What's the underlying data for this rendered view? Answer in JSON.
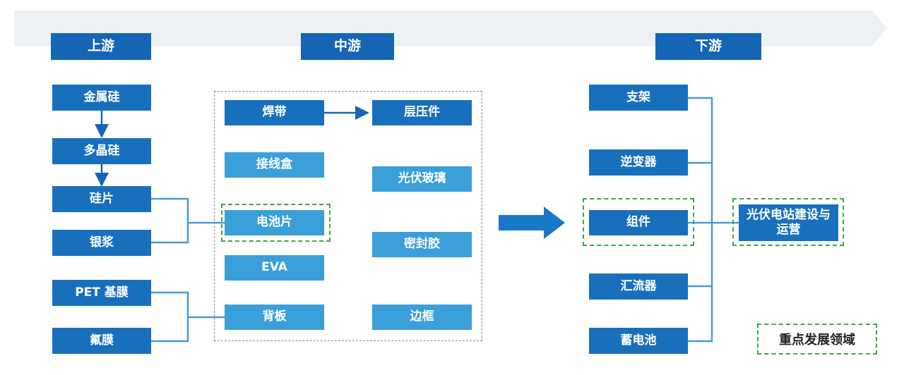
{
  "stages": {
    "upstream": "上游",
    "midstream": "中游",
    "downstream": "下游"
  },
  "upstream": {
    "metal_silicon": "金属硅",
    "polysilicon": "多晶硅",
    "silicon_wafer": "硅片",
    "silver_paste": "银浆",
    "pet_film": "PET 基膜",
    "fluorine_film": "氟膜"
  },
  "midstream": {
    "ribbon": "焊带",
    "laminate": "层压件",
    "junction_box": "接线盒",
    "pv_glass": "光伏玻璃",
    "cell": "电池片",
    "sealant": "密封胶",
    "eva": "EVA",
    "backsheet": "背板",
    "frame": "边框"
  },
  "downstream": {
    "bracket": "支架",
    "inverter": "逆变器",
    "module": "组件",
    "combiner": "汇流器",
    "battery": "蓄电池",
    "pv_station": "光伏电站建设与运营"
  },
  "legend": {
    "label": "重点发展领域"
  },
  "colors": {
    "stage_header": "#1565b5",
    "dark_box": "#1870bd",
    "light_box": "#3b9fd9",
    "connector": "#4a9ad6",
    "highlight_border": "#3aa64a"
  }
}
